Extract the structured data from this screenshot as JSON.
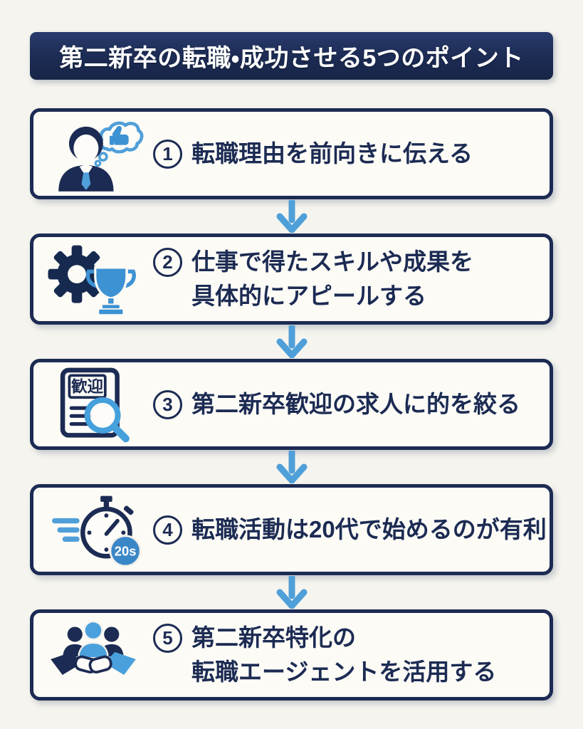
{
  "title": "第二新卒の転職・成功させる5つのポイント",
  "colors": {
    "navy": "#1c2b53",
    "light_blue": "#4f9fd9",
    "accent_blue": "#3d92d4",
    "badge_blue": "#3a87c8",
    "background": "#f5f4ee",
    "card_background": "#fcfbf6"
  },
  "cards": [
    {
      "number": "1",
      "icon": "person-thought-thumbsup-icon",
      "line1": "転職理由を前向きに伝える",
      "line2": ""
    },
    {
      "number": "2",
      "icon": "gear-trophy-icon",
      "line1": "仕事で得たスキルや成果を",
      "line2": "具体的にアピールする"
    },
    {
      "number": "3",
      "icon": "document-search-icon",
      "icon_text": "歓迎",
      "line1": "第二新卒歓迎の求人に的を絞る",
      "line2": ""
    },
    {
      "number": "4",
      "icon": "stopwatch-icon",
      "icon_badge": "20s",
      "line1": "転職活動は20代で始めるのが有利",
      "line2": ""
    },
    {
      "number": "5",
      "icon": "team-handshake-icon",
      "line1": "第二新卒特化の",
      "line2": "転職エージェントを活用する"
    }
  ]
}
